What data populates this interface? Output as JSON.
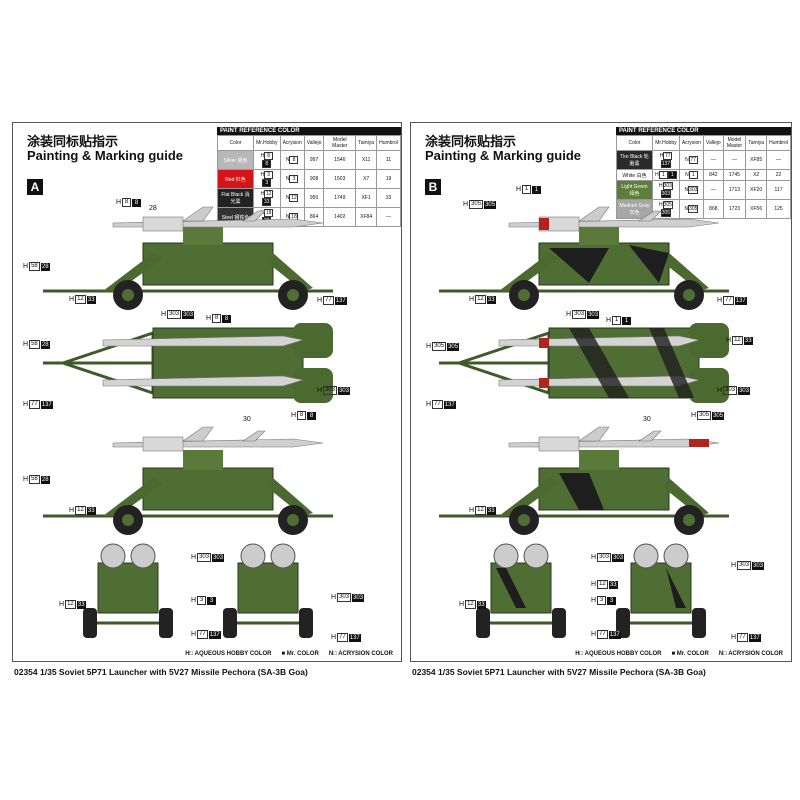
{
  "left": {
    "title_cn": "涂装同标贴指示",
    "title_en": "Painting & Marking guide",
    "badge": "A",
    "table": {
      "caption": "PAINT REFERENCE COLOR",
      "headers": [
        "Color",
        "Mr.Hobby",
        "Acrysion",
        "Vallejo",
        "Model Master",
        "Tamiya",
        "Humbrol"
      ],
      "rows": [
        {
          "color": "Silver 银色",
          "swatch": "#b8b8b8",
          "h": "8",
          "mr": "8",
          "n": "8",
          "vallejo": "997",
          "mm": "1546",
          "tamiya": "X11",
          "humbrol": "11"
        },
        {
          "color": "Red 红色",
          "swatch": "#d41418",
          "h": "3",
          "mr": "3",
          "n": "3",
          "vallejo": "908",
          "mm": "1503",
          "tamiya": "X7",
          "humbrol": "19"
        },
        {
          "color": "Flat Black 消光黑",
          "swatch": "#222222",
          "h": "12",
          "mr": "33",
          "n": "12",
          "vallejo": "950",
          "mm": "1749",
          "tamiya": "XF1",
          "humbrol": "33"
        },
        {
          "color": "Steel 钢铁色",
          "swatch": "#333333",
          "h": "18",
          "mr": "28",
          "n": "18",
          "vallejo": "864",
          "mm": "1402",
          "tamiya": "XF84",
          "humbrol": "—"
        }
      ]
    },
    "callouts": [
      [
        "8",
        "8"
      ],
      [
        "58",
        "28"
      ],
      [
        "12",
        "33"
      ],
      [
        "77",
        "137"
      ],
      [
        "303",
        "303"
      ],
      [
        "8",
        "8"
      ],
      [
        "58",
        "28"
      ],
      [
        "303",
        "303"
      ],
      [
        "77",
        "137"
      ],
      [
        "8",
        "8"
      ],
      [
        "58",
        "28"
      ],
      [
        "12",
        "33"
      ],
      [
        "303",
        "303"
      ],
      [
        "3",
        "3"
      ],
      [
        "12",
        "33"
      ],
      [
        "77",
        "137"
      ],
      [
        "303",
        "303"
      ],
      [
        "77",
        "137"
      ]
    ],
    "numbers": [
      "28",
      "30"
    ]
  },
  "right": {
    "title_cn": "涂装同标贴指示",
    "title_en": "Painting & Marking guide",
    "badge": "B",
    "table": {
      "caption": "PAINT REFERENCE COLOR",
      "headers": [
        "Color",
        "Mr.Hobby",
        "Acrysion",
        "Vallejo",
        "Model Master",
        "Tamiya",
        "Humbrol"
      ],
      "rows": [
        {
          "color": "Tire Black 轮胎黑",
          "swatch": "#2a2a2a",
          "h": "77",
          "mr": "137",
          "n": "77",
          "vallejo": "—",
          "mm": "—",
          "tamiya": "XF85",
          "humbrol": "—"
        },
        {
          "color": "White 白色",
          "swatch": "#ffffff",
          "h": "1",
          "mr": "1",
          "n": "1",
          "vallejo": "842",
          "mm": "1745",
          "tamiya": "X2",
          "humbrol": "22"
        },
        {
          "color": "Light Green 绿色",
          "swatch": "#5e7f3c",
          "h": "303",
          "mr": "303",
          "n": "303",
          "vallejo": "—",
          "mm": "1713",
          "tamiya": "XF20",
          "humbrol": "117"
        },
        {
          "color": "Medium Gray 灰色",
          "swatch": "#a6a6a6",
          "h": "305",
          "mr": "305",
          "n": "305",
          "vallejo": "868",
          "mm": "1723",
          "tamiya": "XF56",
          "humbrol": "125"
        }
      ]
    },
    "callouts": [
      [
        "1",
        "1"
      ],
      [
        "305",
        "305"
      ],
      [
        "12",
        "33"
      ],
      [
        "77",
        "137"
      ],
      [
        "303",
        "303"
      ],
      [
        "1",
        "1"
      ],
      [
        "12",
        "33"
      ],
      [
        "305",
        "305"
      ],
      [
        "303",
        "303"
      ],
      [
        "77",
        "137"
      ],
      [
        "305",
        "305"
      ],
      [
        "12",
        "33"
      ],
      [
        "303",
        "303"
      ],
      [
        "12",
        "33"
      ],
      [
        "3",
        "3"
      ],
      [
        "12",
        "33"
      ],
      [
        "77",
        "137"
      ],
      [
        "303",
        "303"
      ],
      [
        "77",
        "137"
      ]
    ],
    "numbers": [
      "30"
    ]
  },
  "legend": {
    "h": "H□ AQUEOUS HOBBY COLOR",
    "mr": "■ Mr. COLOR",
    "n": "N□ ACRYSION COLOR"
  },
  "footer": "02354 1/35 Soviet 5P71 Launcher with 5V27 Missile Pechora (SA-3B Goa)"
}
